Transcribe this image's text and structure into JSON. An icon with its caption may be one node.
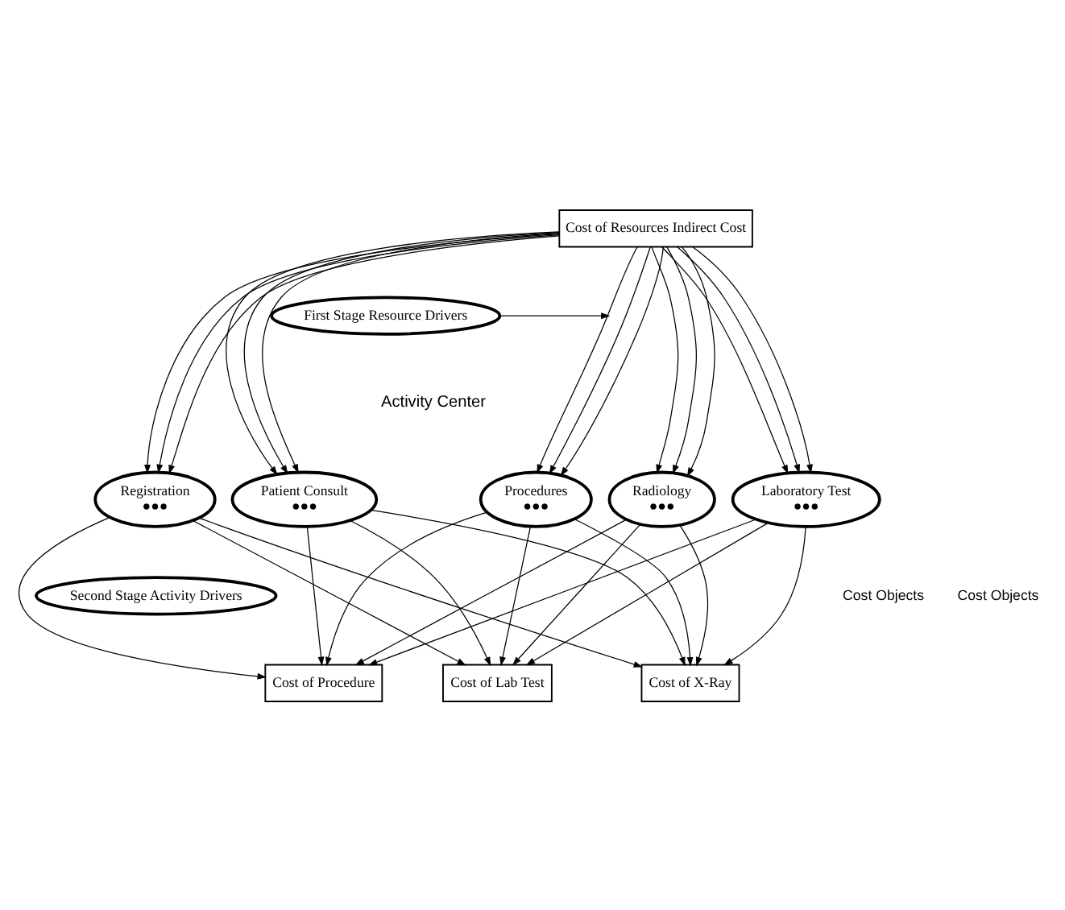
{
  "diagram": {
    "nodes": [
      {
        "text": [
          "Cost of Resources Indirect Cost"
        ]
      },
      {
        "text": [
          "First Stage Resource Drivers"
        ]
      },
      {
        "text": [
          "Registration",
          "●●●"
        ]
      },
      {
        "text": [
          "Patient Consult",
          "●●●"
        ]
      },
      {
        "text": [
          "Procedures",
          "●●●"
        ]
      },
      {
        "text": [
          "Radiology",
          "●●●"
        ]
      },
      {
        "text": [
          "Laboratory Test",
          "●●●"
        ]
      },
      {
        "text": [
          "Second Stage Activity Drivers"
        ]
      },
      {
        "text": [
          "Cost of Procedure"
        ]
      },
      {
        "text": [
          "Cost of Lab Test"
        ]
      },
      {
        "text": [
          "Cost of X-Ray"
        ]
      }
    ],
    "edges": [
      {
        "from": 1,
        "to": null,
        "arrow": "to"
      },
      {
        "from": 0,
        "to": 2,
        "arrow": "to"
      },
      {
        "from": 0,
        "to": 2,
        "arrow": "to"
      },
      {
        "from": 0,
        "to": 2,
        "arrow": "to"
      },
      {
        "from": 0,
        "to": 3,
        "arrow": "to"
      },
      {
        "from": 0,
        "to": 3,
        "arrow": "to"
      },
      {
        "from": 0,
        "to": 3,
        "arrow": "to"
      },
      {
        "from": 0,
        "to": 4,
        "arrow": "to"
      },
      {
        "from": 0,
        "to": 4,
        "arrow": "to"
      },
      {
        "from": 0,
        "to": 4,
        "arrow": "to"
      },
      {
        "from": 0,
        "to": 5,
        "arrow": "to"
      },
      {
        "from": 0,
        "to": 5,
        "arrow": "to"
      },
      {
        "from": 0,
        "to": 5,
        "arrow": "to"
      },
      {
        "from": 0,
        "to": 6,
        "arrow": "to"
      },
      {
        "from": 0,
        "to": 6,
        "arrow": "to"
      },
      {
        "from": 0,
        "to": 6,
        "arrow": "to"
      },
      {
        "from": 2,
        "to": 8,
        "arrow": "to"
      },
      {
        "from": 2,
        "to": 9,
        "arrow": "to"
      },
      {
        "from": 2,
        "to": 10,
        "arrow": "to"
      },
      {
        "from": 3,
        "to": 8,
        "arrow": "to"
      },
      {
        "from": 3,
        "to": 9,
        "arrow": "to"
      },
      {
        "from": 3,
        "to": 10,
        "arrow": "to"
      },
      {
        "from": 4,
        "to": 8,
        "arrow": "to"
      },
      {
        "from": 4,
        "to": 9,
        "arrow": "to"
      },
      {
        "from": 4,
        "to": 10,
        "arrow": "to"
      },
      {
        "from": 5,
        "to": 8,
        "arrow": "to"
      },
      {
        "from": 5,
        "to": 9,
        "arrow": "to"
      },
      {
        "from": 5,
        "to": 10,
        "arrow": "to"
      },
      {
        "from": 6,
        "to": 8,
        "arrow": "to"
      },
      {
        "from": 6,
        "to": 9,
        "arrow": "to"
      },
      {
        "from": 6,
        "to": 10,
        "arrow": "to"
      }
    ],
    "labels": [
      "Activity Center",
      "Cost Objects",
      "Cost Objects"
    ]
  }
}
